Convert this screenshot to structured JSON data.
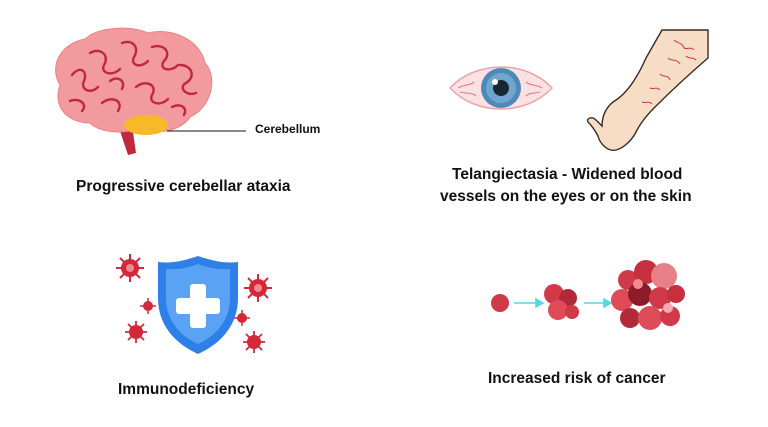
{
  "brain_panel": {
    "callout_label": "Cerebellum",
    "caption": "Progressive cerebellar ataxia"
  },
  "telangiectasia_panel": {
    "caption_line1": "Telangiectasia - Widened blood",
    "caption_line2": "vessels on the eyes or on the skin"
  },
  "immuno_panel": {
    "caption": "Immunodeficiency"
  },
  "cancer_panel": {
    "caption": "Increased risk of cancer"
  },
  "colors": {
    "brain": "#f29a9d",
    "brain_lines": "#c0283b",
    "cerebellum": "#f7b928",
    "shield": "#2f7fe8",
    "virus": "#d3283a",
    "arrow": "#5cd2e6",
    "cell": "#d03a48"
  }
}
